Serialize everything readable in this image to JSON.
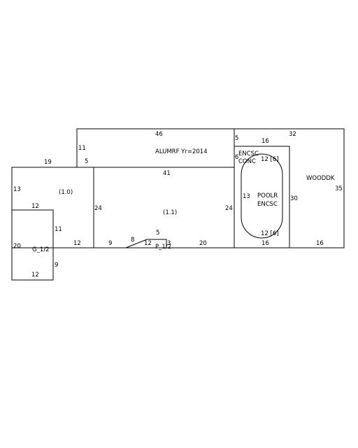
{
  "labels": {
    "alumrf": "ALUMRF Yr=2014",
    "area_1_0": "(1.0)",
    "area_1_1": "(1.1)",
    "garage": "G_1/2",
    "patio": "P_1/2",
    "encsc_line1": "ENCSC",
    "encsc_line2": "CONC",
    "pool_line1": "POOLR",
    "pool_line2": "ENCSC",
    "wooddk": "WOODDK"
  },
  "dims": {
    "alumrf_top": "46",
    "alumrf_left": "11",
    "alumrf_inner_left": "5",
    "alumrf_bottom": "41",
    "top_left_width": "19",
    "left_height": "13",
    "left_inner": "12",
    "left_right_height": "24",
    "left_bottom": "12",
    "main_right_height": "24",
    "garage_left": "20",
    "garage_right_upper": "11",
    "garage_right_lower": "9",
    "garage_bottom": "12",
    "bottom_9": "9",
    "slant_8": "8",
    "patio_top": "5",
    "patio_left": "12",
    "patio_right": "3",
    "bottom_20": "20",
    "encsc_top_left": "5",
    "encsc_left": "6",
    "encsc_top": "16",
    "pool_top": "12 [6]",
    "pool_left": "13",
    "pool_bottom": "12 [6]",
    "encsc_bottom": "16",
    "encsc_right": "30",
    "wooddk_top": "32",
    "wooddk_right": "35",
    "wooddk_bottom": "16"
  },
  "colors": {
    "line": "#000000",
    "background": "#ffffff"
  }
}
